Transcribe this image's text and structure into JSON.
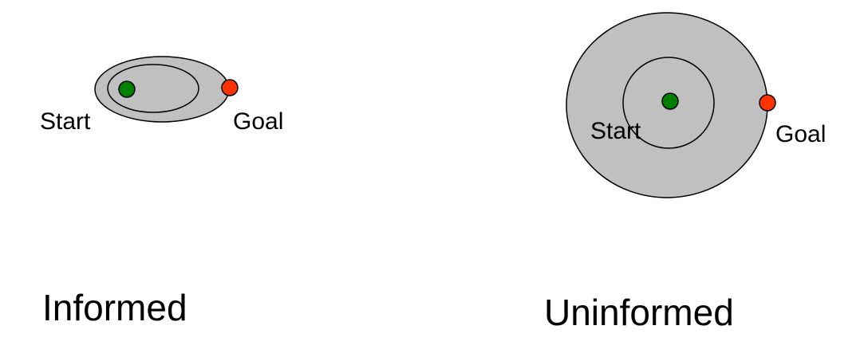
{
  "colors": {
    "region_fill": "#c0c0c0",
    "outline": "#000000",
    "start_node": "#008000",
    "goal_node": "#ff3300",
    "text": "#000000",
    "background": "#ffffff"
  },
  "panels": {
    "informed": {
      "title": "Informed",
      "start_label": "Start",
      "goal_label": "Goal"
    },
    "uninformed": {
      "title": "Uninformed",
      "start_label": "Start",
      "goal_label": "Goal"
    }
  }
}
